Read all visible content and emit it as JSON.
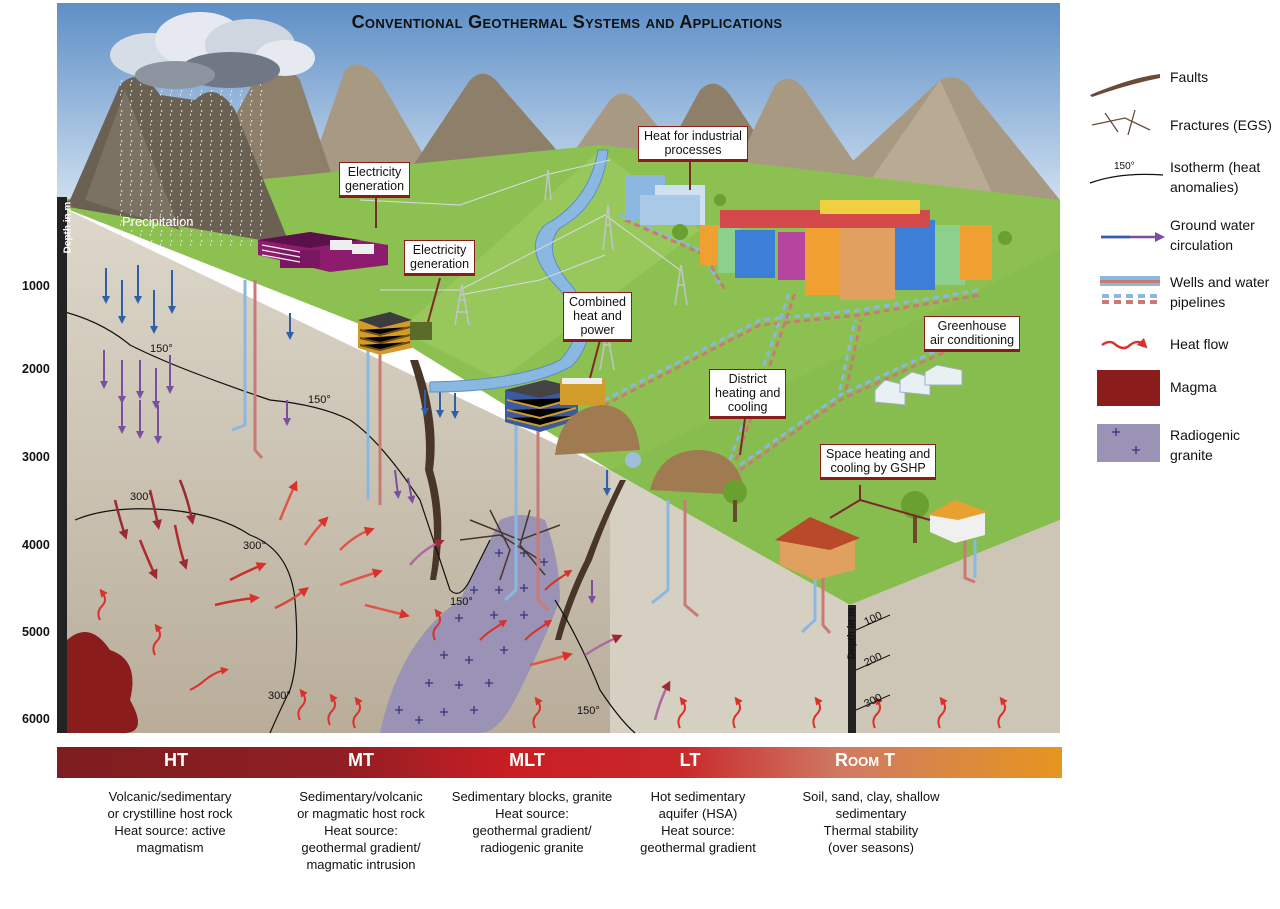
{
  "title": "Conventional Geothermal Systems and Applications",
  "scene_labels": {
    "precipitation": "Precipitation",
    "electricity_1": [
      "Electricity",
      "generation"
    ],
    "electricity_2": [
      "Electricity",
      "generation"
    ],
    "industrial": [
      "Heat for industrial",
      "processes"
    ],
    "chp": [
      "Combined",
      "heat and",
      "power"
    ],
    "greenhouse": [
      "Greenhouse",
      "air conditioning"
    ],
    "district": [
      "District",
      "heating and",
      "cooling"
    ],
    "gshp": [
      "Space heating and",
      "cooling by GSHP"
    ]
  },
  "isotherms": {
    "i150a": "150°",
    "i150b": "150°",
    "i150c": "150°",
    "i150d": "150°",
    "i300a": "300°",
    "i300b": "300°",
    "i300c": "300°"
  },
  "depth_axis": {
    "title": "Depth in m",
    "ticks": [
      "1000",
      "2000",
      "3000",
      "4000",
      "5000",
      "6000"
    ]
  },
  "shallow_depth_axis": {
    "title": "Depth in m",
    "ticks": [
      "100",
      "200",
      "300"
    ]
  },
  "legend": [
    {
      "icon": "faults-icon",
      "label": [
        "Faults"
      ]
    },
    {
      "icon": "fractures-icon",
      "label": [
        "Fractures (EGS)"
      ]
    },
    {
      "icon": "isotherm-icon",
      "symbol_text": "150°",
      "label": [
        "Isotherm (heat",
        "anomalies)"
      ]
    },
    {
      "icon": "groundwater-arrow-icon",
      "label": [
        "Ground water",
        "circulation"
      ]
    },
    {
      "icon": "wells-pipelines-icon",
      "label": [
        "Wells and water",
        "pipelines"
      ]
    },
    {
      "icon": "heat-flow-icon",
      "label": [
        "Heat flow"
      ]
    },
    {
      "icon": "magma-icon",
      "label": [
        "Magma"
      ]
    },
    {
      "icon": "radiogenic-granite-icon",
      "label": [
        "Radiogenic",
        "granite"
      ]
    }
  ],
  "temperature_bands": [
    {
      "name": "HT",
      "desc": [
        "Volcanic/sedimentary",
        "or crystilline host rock",
        "Heat source: active",
        "magmatism"
      ]
    },
    {
      "name": "MT",
      "desc": [
        "Sedimentary/volcanic",
        "or magmatic host rock",
        "Heat source:",
        "geothermal gradient/",
        "magmatic intrusion"
      ]
    },
    {
      "name": "MLT",
      "desc": [
        "Sedimentary blocks, granite",
        "Heat source:",
        "geothermal gradient/",
        "radiogenic granite"
      ]
    },
    {
      "name": "LT",
      "desc": [
        "Hot sedimentary",
        "aquifer (HSA)",
        "Heat source:",
        "geothermal gradient"
      ]
    },
    {
      "name": "Room T",
      "desc": [
        "Soil, sand, clay, shallow",
        "sedimentary",
        "Thermal stability",
        "(over seasons)"
      ]
    }
  ],
  "colors": {
    "sky": "#8fb3d9",
    "grass": "#8cc152",
    "ground": "#d6d0c2",
    "magma": "#8b1c1c",
    "granite": "#9a93b5",
    "groundwater": "#2f5fa8",
    "heat": "#d9312b"
  }
}
